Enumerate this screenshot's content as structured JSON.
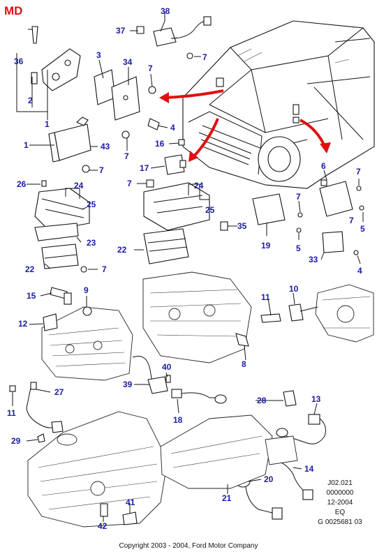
{
  "region_code": "MD",
  "reference": {
    "lines": [
      "J02.021",
      "0000000",
      "12-2004",
      "EQ",
      "G 0025681 03"
    ]
  },
  "copyright": "Copyright 2003 - 2004, Ford Motor Company",
  "callouts": [
    "38",
    "37",
    "7",
    "36",
    "3",
    "34",
    "7",
    "2",
    "1",
    "4",
    "1",
    "43",
    "7",
    "7",
    "16",
    "17",
    "6",
    "7",
    "26",
    "24",
    "25",
    "7",
    "24",
    "25",
    "7",
    "35",
    "23",
    "19",
    "5",
    "33",
    "4",
    "22",
    "7",
    "22",
    "15",
    "9",
    "10",
    "11",
    "12",
    "8",
    "39",
    "40",
    "27",
    "11",
    "28",
    "13",
    "18",
    "29",
    "14",
    "20",
    "21",
    "41",
    "42",
    "5",
    "7"
  ],
  "colors": {
    "callout": "#1a1aa6",
    "region_code": "#e01010",
    "arrow": "#e01010",
    "line": "#111111"
  }
}
